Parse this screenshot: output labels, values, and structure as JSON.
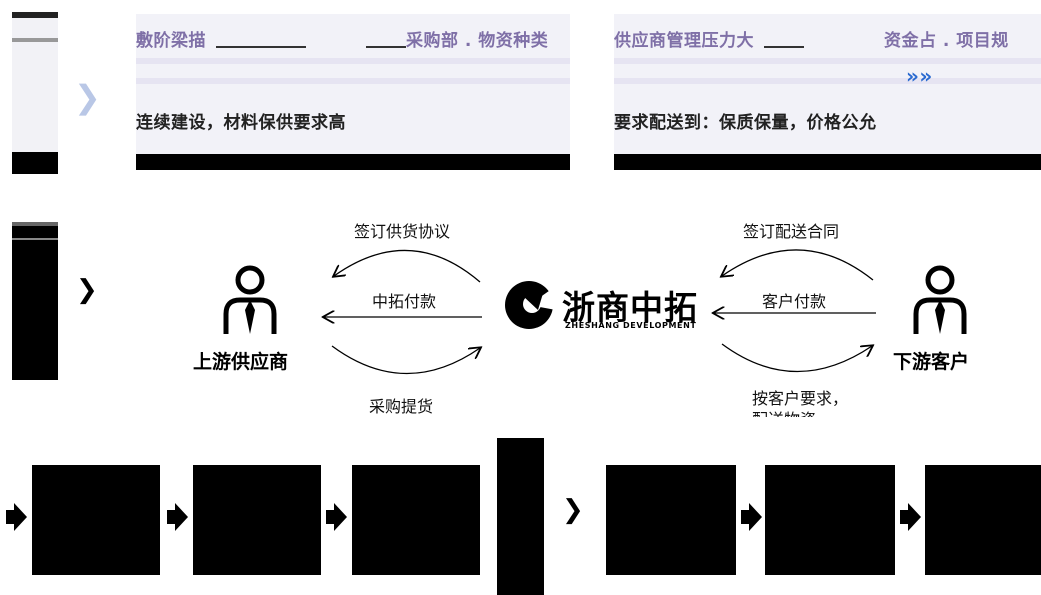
{
  "top": {
    "banner_a_line1": "敷阶梁描",
    "banner_a_line1_tail": "采购部 . 物资种类",
    "banner_a_line2": "连续建设，材料保供要求高",
    "banner_b_line1": "供应商管理压力大",
    "banner_b_line1_tail": "资金占 . 项目规",
    "banner_b_line2": "要求配送到：保质保量，价格公允",
    "arrows_glyph": "»»"
  },
  "diagram": {
    "upstream_label": "上游供应商",
    "downstream_label": "下游客户",
    "logo_text": "浙商中拓",
    "logo_subtitle": "ZHESHANG DEVELOPMENT",
    "left_top_label": "签订供货协议",
    "left_middle_label": "中拓付款",
    "left_bottom_label": "采购提货",
    "right_top_label": "签订配送合同",
    "right_middle_label": "客户付款",
    "right_bottom_label_1": "按客户要求，",
    "right_bottom_label_2": "配送物资"
  },
  "colors": {
    "banner_bg": "#f2f2f8",
    "accent_chevron": "#b9c7e6",
    "ink": "#000000"
  },
  "icons": [
    "person-icon",
    "logo-icon",
    "arrow-right-icon",
    "chevron-right-icon"
  ]
}
